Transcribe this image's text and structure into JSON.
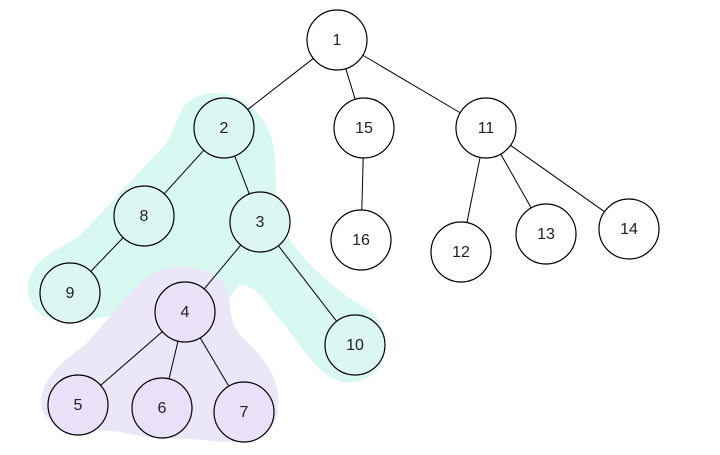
{
  "colors": {
    "background": "#ffffff",
    "node_default": "#ffffff",
    "stroke": "#000000",
    "highlight_teal": "#d9f8f1",
    "highlight_teal_node": "#dcf7f1",
    "highlight_purple": "#ebe6f8",
    "highlight_purple_node": "#e8e1f7"
  },
  "nodes": [
    {
      "id": "1",
      "label": "1",
      "group": "none"
    },
    {
      "id": "2",
      "label": "2",
      "group": "teal"
    },
    {
      "id": "3",
      "label": "3",
      "group": "teal"
    },
    {
      "id": "4",
      "label": "4",
      "group": "purple"
    },
    {
      "id": "5",
      "label": "5",
      "group": "purple"
    },
    {
      "id": "6",
      "label": "6",
      "group": "purple"
    },
    {
      "id": "7",
      "label": "7",
      "group": "purple"
    },
    {
      "id": "8",
      "label": "8",
      "group": "teal"
    },
    {
      "id": "9",
      "label": "9",
      "group": "teal"
    },
    {
      "id": "10",
      "label": "10",
      "group": "teal"
    },
    {
      "id": "11",
      "label": "11",
      "group": "none"
    },
    {
      "id": "12",
      "label": "12",
      "group": "none"
    },
    {
      "id": "13",
      "label": "13",
      "group": "none"
    },
    {
      "id": "14",
      "label": "14",
      "group": "none"
    },
    {
      "id": "15",
      "label": "15",
      "group": "none"
    },
    {
      "id": "16",
      "label": "16",
      "group": "none"
    }
  ],
  "edges": [
    {
      "from": "1",
      "to": "2"
    },
    {
      "from": "1",
      "to": "15"
    },
    {
      "from": "1",
      "to": "11"
    },
    {
      "from": "2",
      "to": "8"
    },
    {
      "from": "2",
      "to": "3"
    },
    {
      "from": "8",
      "to": "9"
    },
    {
      "from": "3",
      "to": "4"
    },
    {
      "from": "3",
      "to": "10"
    },
    {
      "from": "4",
      "to": "5"
    },
    {
      "from": "4",
      "to": "6"
    },
    {
      "from": "4",
      "to": "7"
    },
    {
      "from": "15",
      "to": "16"
    },
    {
      "from": "11",
      "to": "12"
    },
    {
      "from": "11",
      "to": "13"
    },
    {
      "from": "11",
      "to": "14"
    }
  ]
}
